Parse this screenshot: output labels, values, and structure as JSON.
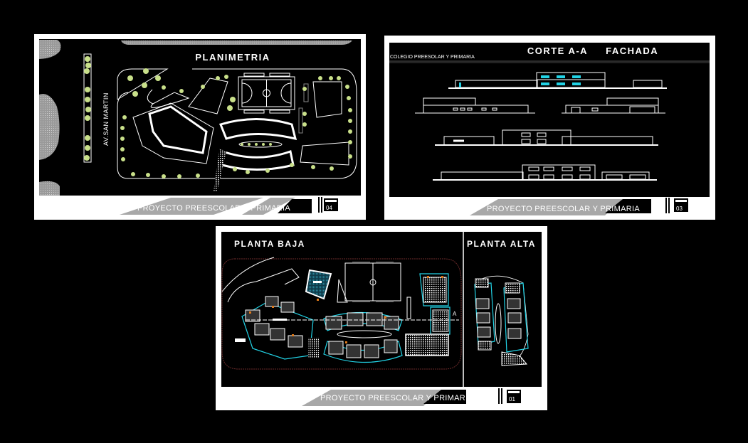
{
  "sheets": [
    {
      "id": "04",
      "title": "PLANIMETRIA",
      "street_label": "AV.SAN MARTIN",
      "banner": "PROYECTO PREESCOLAR Y PRIMARIA",
      "sheet_number": "04"
    },
    {
      "id": "03",
      "title": "CORTE A-A     FACHADA",
      "subtitle": "COLEGIO PREESOLAR Y PRIMARIA",
      "banner": "PROYECTO PREESCOLAR Y PRIMARIA",
      "sheet_number": "03"
    },
    {
      "id": "01",
      "title_left": "PLANTA BAJA",
      "title_right": "PLANTA ALTA",
      "section_marker": "A",
      "banner": "PROYECTO PREESCOLAR Y PRIMARIA",
      "sheet_number": "01"
    }
  ],
  "colors": {
    "background": "#000000",
    "frame": "#ffffff",
    "trees": "#c9e08a",
    "walls_cyan": "#22d3e6",
    "doors_orange": "#e07a1a",
    "site_outline": "#6b2a2a"
  }
}
